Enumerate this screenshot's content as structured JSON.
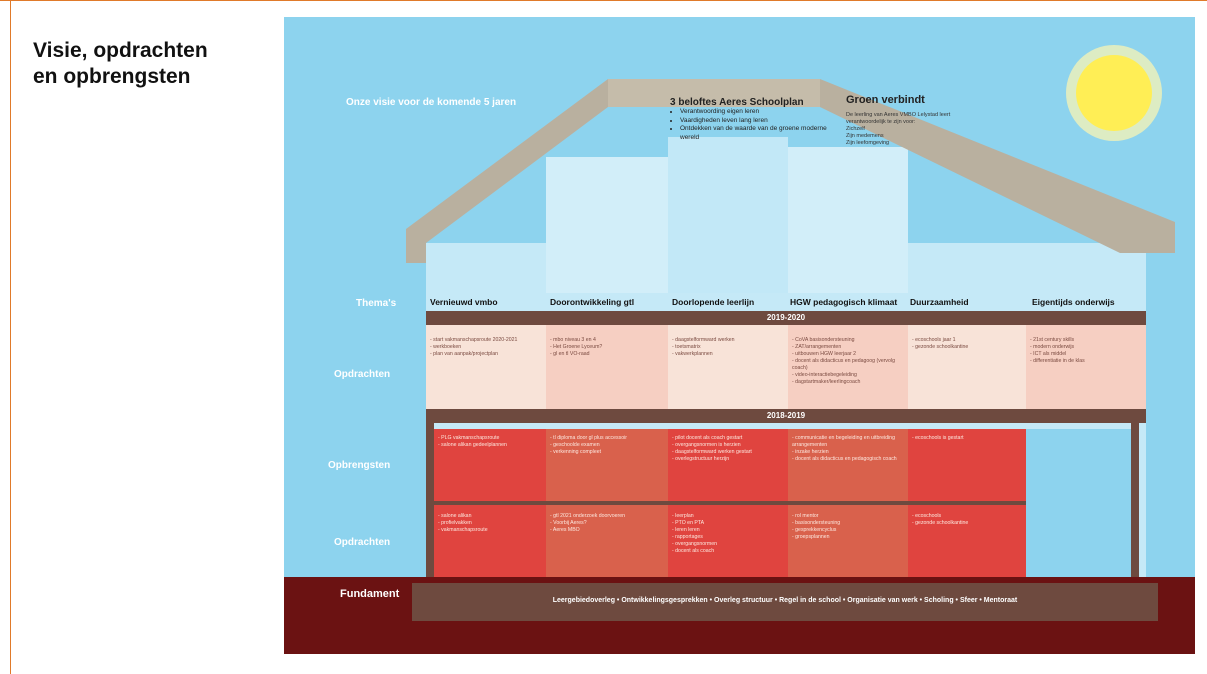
{
  "slide": {
    "title": "Visie, opdrachten\nen opbrengsten"
  },
  "poster": {
    "vision_label": "Onze visie voor de komende 5 jaren",
    "promises": {
      "title": "3 beloftes Aeres Schoolplan",
      "items": [
        "Verantwoording eigen leren",
        "Vaardigheden leven lang leren",
        "Ontdekken van de waarde van de groene moderne wereld"
      ]
    },
    "groen": {
      "title": "Groen verbindt",
      "intro": "De leerling van Aeres VMBO Lelystad leert verantwoordelijk te zijn voor:",
      "items": [
        "Zichzelf",
        "Zijn medemens",
        "Zijn leefomgeving"
      ]
    },
    "row_labels": {
      "themas": "Thema's",
      "opdrachten_top": "Opdrachten",
      "opbrengsten": "Opbrengsten",
      "opdrachten_bottom": "Opdrachten",
      "fundament": "Fundament"
    },
    "columns": [
      "Vernieuwd vmbo",
      "Doorontwikkeling gtl",
      "Doorlopende leerlijn",
      "HGW pedagogisch klimaat",
      "Duurzaamheid",
      "Eigentijds onderwijs"
    ],
    "year_top": "2019-2020",
    "year_bottom": "2018-2019",
    "opdrachten_2019": [
      [
        "start vakmanschapsroute 2020-2021",
        "werkboeken",
        "plan van aanpak/projectplan"
      ],
      [
        "mbo niveau 3 en 4",
        "Het Groene Lyceum?",
        "gl en tl VO-raad"
      ],
      [
        "daagstelformward werken",
        "toetsmatrix",
        "vakwerkplannen"
      ],
      [
        "CoVA basisondersteuning",
        "ZAT/arrangementen",
        "uitbouwen HGW leerjaar 2",
        "docent als didacticus en pedagoog (vervolg coach)",
        "video-interactiebegeleiding",
        "dagstartmaker/leerlingcoach"
      ],
      [
        "ecoschools jaar 1",
        "gezonde schoolkantine"
      ],
      [
        "21st century skills",
        "modern onderwijs",
        "ICT als middel",
        "differentiatie in de klas"
      ]
    ],
    "opbrengsten_2018": [
      [
        "PLG vakmanschapsroute",
        "salone alikan gedeelplannen",
        ""
      ],
      [
        "tl diploma door gl plus accessoir",
        "geschoolde examen",
        "verkenning compleet"
      ],
      [
        "pilot docent als coach gestart",
        "overgangsnormen is herzien",
        "daagstelformward werken gestart",
        "overlegstructuur herzijn"
      ],
      [
        "communicatie en begeleiding en uitbreiding arrangementen",
        "inzake herzien",
        "docent als didacticus en pedagogisch coach"
      ],
      [
        "ecoschools is gestart"
      ],
      []
    ],
    "opdrachten_2018": [
      [
        "salone alikan",
        "profielvakken",
        "vakmanschapsroute"
      ],
      [
        "gtl 2021 onderzoek doorvoeren",
        "Voorbij Aeres?",
        "Aeres MBO"
      ],
      [
        "leerplan",
        "PTO en PTA",
        "leren leren",
        "rapportages",
        "overgangsnormen",
        "docent als coach"
      ],
      [
        "rol mentor",
        "basisondersteuning",
        "gesprekkencyclus",
        "groepsplannen"
      ],
      [
        "ecoschools",
        "gezonde schoolkantine"
      ],
      []
    ],
    "fundament_items": "Leergebiedoverleg • Ontwikkelingsgesprekken • Overleg structuur • Regel in de school • Organisatie van werk • Scholing • Sfeer • Mentoraat",
    "colors": {
      "sky": "#8dd3ee",
      "roof": "#b9b09f",
      "brown": "#6e4a3f",
      "red": "#e0443f",
      "pink": "#f6d7c9",
      "dark_red": "#6b1212",
      "sun": "#fff07a"
    }
  }
}
